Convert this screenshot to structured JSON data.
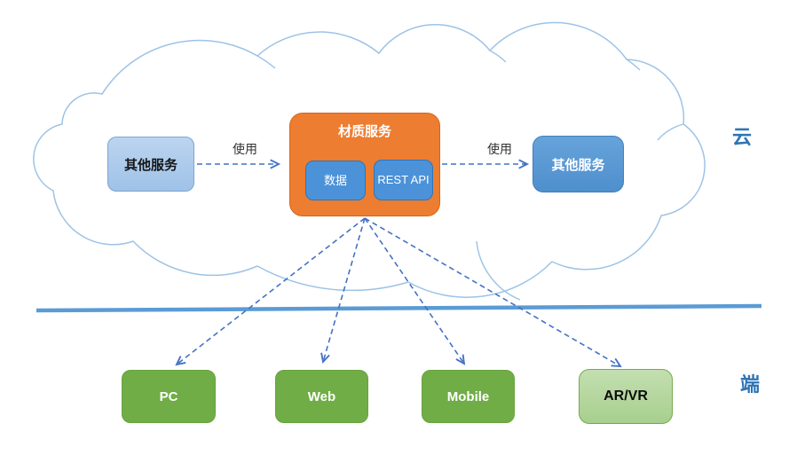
{
  "diagram": {
    "zones": {
      "cloud_label": "云",
      "client_label": "端"
    },
    "cloud": {
      "left_service": {
        "label": "其他服务"
      },
      "material_service": {
        "title": "材质服务",
        "components": [
          {
            "label": "数据"
          },
          {
            "label": "REST API"
          }
        ]
      },
      "right_service": {
        "label": "其他服务"
      },
      "edges": [
        {
          "label": "使用",
          "from": "其他服务",
          "to": "材质服务"
        },
        {
          "label": "使用",
          "from": "材质服务",
          "to": "其他服务"
        }
      ]
    },
    "clients": [
      {
        "label": "PC"
      },
      {
        "label": "Web"
      },
      {
        "label": "Mobile"
      },
      {
        "label": "AR/VR"
      }
    ],
    "colors": {
      "cloud_outline": "#9dc3e6",
      "separator_line": "#5b9bd5",
      "arrow_blue": "#4472c4",
      "service_light_blue": "#a9c7e9",
      "service_blue": "#5b9bd5",
      "material_orange": "#ed7d31",
      "component_blue": "#4b92d8",
      "client_green": "#70ad47",
      "client_light_green": "#a9d18e",
      "zone_label_blue": "#2e74b5"
    }
  }
}
